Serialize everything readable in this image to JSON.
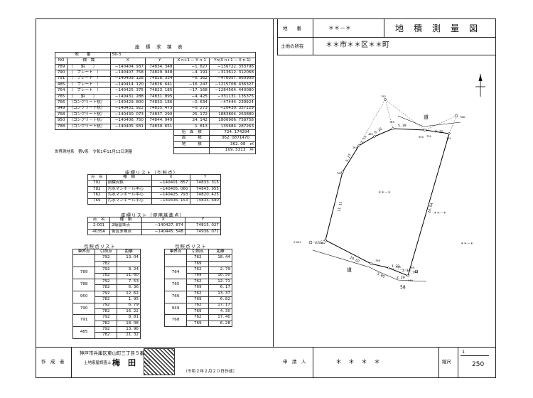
{
  "header": {
    "lot_label": "地　　番",
    "lot_value": "＊＊－＊",
    "title": "地　積　測　量　図",
    "location_label": "土地の所在",
    "location_value": "＊＊市＊＊区＊＊町"
  },
  "coord_table": {
    "title": "座　標　求　積　表",
    "lot_row_label": "地　　番",
    "lot_row_value": "56-3",
    "headers": [
      "NO",
      "標　識",
      "X",
      "Y",
      "X n+1 − X n-1",
      "Yn(X n+1 − X n-1)"
    ],
    "rows": [
      [
        "789",
        "（　　鋲　　）",
        "−140404. 937",
        "74834. 348",
        "−1. 827",
        "−136722. 353796"
      ],
      [
        "790",
        "（　プレート　）",
        "−140407. 758",
        "74829. 948",
        "−4. 191",
        "−313612. 312068"
      ],
      [
        "791",
        "（　プレート　）",
        "−140409. 128",
        "74828. 334",
        "−6. 362",
        "−476057. 860908"
      ],
      [
        "485",
        "（　プレート　）",
        "−140414. 120",
        "74826. 641",
        "−16. 247",
        "−1215708. 436327"
      ],
      [
        "764",
        "（　プレート　）",
        "−140425. 375",
        "74823. 185",
        "−17. 168",
        "−1284564. 440080"
      ],
      [
        "765",
        "（　　鋲　　）",
        "−140431. 288",
        "74831. 895",
        "−4. 425",
        "−331131. 135375"
      ],
      [
        "766",
        "（コンクリート杭）",
        "−140429. 800",
        "74833. 186",
        "−0. 634",
        "−47444. 239924"
      ],
      [
        "949",
        "（コンクリート杭）",
        "−140431. 922",
        "74835. 473",
        "−0. 273",
        "−20430. 357129"
      ],
      [
        "768",
        "（コンクリート杭）",
        "−140430. 073",
        "74837. 290",
        "25. 172",
        "1883804. 263880"
      ],
      [
        "950",
        "（コンクリート杭）",
        "−140406. 750",
        "74844. 949",
        "24. 142",
        "1806906. 758758"
      ],
      [
        "788",
        "（コンクリート杭）",
        "−140405. 931",
        "74839. 651",
        "1. 813",
        "135684. 287263"
      ]
    ],
    "summary": [
      {
        "label": "倍　面　積",
        "value": "724. 174294",
        "unit": ""
      },
      {
        "label": "面　　　積",
        "value": "362. 0871470",
        "unit": ""
      },
      {
        "label": "地　　　積",
        "value": "362. 08",
        "unit": "㎡"
      },
      {
        "label": "",
        "value": "109. 5313",
        "unit": "坪"
      }
    ],
    "footnote": "世界測地系　第Ⅴ系　令和1年11月12日測量"
  },
  "ref_table": {
    "title": "座標リスト（引照点）",
    "headers": [
      "点　名",
      "種　類",
      "X",
      "Y"
    ],
    "rows": [
      [
        "792",
        "刻標点鋲",
        "−140401. 857",
        "74833. 315"
      ],
      [
        "782",
        "汚水マンホール中心",
        "−140405. 060",
        "74845. 955"
      ],
      [
        "762",
        "汚水マンホール中心",
        "−140425. 793",
        "74820. 425"
      ],
      [
        "769",
        "汚水マンホール中心",
        "−140436. 153",
        "74835. 690"
      ]
    ]
  },
  "base_table": {
    "title": "座標リスト（使用基準点）",
    "headers": [
      "点　名",
      "種　類",
      "X",
      "Y"
    ],
    "rows": [
      [
        "2-001",
        "2級基準点",
        "−140427. 874",
        "74815. 027"
      ],
      [
        "4035A",
        "街区多角点",
        "−140445. 548",
        "74936. 071"
      ]
    ]
  },
  "tie_left": {
    "title": "引照点リスト",
    "headers": [
      "筆界点",
      "引照点",
      "距離"
    ],
    "groups": [
      {
        "pt": "",
        "refs": [
          "792",
          "782"
        ],
        "dists": [
          "13. 04",
          ""
        ]
      },
      {
        "pt": "789",
        "refs": [
          "792",
          "782"
        ],
        "dists": [
          "3. 24",
          "11. 60"
        ]
      },
      {
        "pt": "788",
        "refs": [
          "792",
          "782"
        ],
        "dists": [
          "7. 53",
          "6. 36"
        ]
      },
      {
        "pt": "950",
        "refs": [
          "792",
          "782"
        ],
        "dists": [
          "12. 62",
          "1. 95"
        ]
      },
      {
        "pt": "790",
        "refs": [
          "792",
          "782"
        ],
        "dists": [
          "6. 79",
          "16. 22"
        ]
      },
      {
        "pt": "791",
        "refs": [
          "792",
          "782"
        ],
        "dists": [
          "8. 81",
          "18. 08"
        ]
      },
      {
        "pt": "485",
        "refs": [
          "792",
          "782"
        ],
        "dists": [
          "13. 96",
          "21. 32"
        ]
      }
    ]
  },
  "tie_right": {
    "title": "引照点リスト",
    "headers": [
      "筆界点",
      "引照点",
      "距離"
    ],
    "groups": [
      {
        "pt": "",
        "refs": [
          "762",
          "769"
        ],
        "dists": [
          "18. 44",
          ""
        ]
      },
      {
        "pt": "764",
        "refs": [
          "762",
          "769"
        ],
        "dists": [
          "2. 79",
          "16. 50"
        ]
      },
      {
        "pt": "765",
        "refs": [
          "762",
          "769"
        ],
        "dists": [
          "12. 71",
          "6. 17"
        ]
      },
      {
        "pt": "766",
        "refs": [
          "762",
          "769"
        ],
        "dists": [
          "13. 37",
          "6. 82"
        ]
      },
      {
        "pt": "949",
        "refs": [
          "762",
          "769"
        ],
        "dists": [
          "17. 17",
          "4. 30"
        ]
      },
      {
        "pt": "768",
        "refs": [
          "762",
          "769"
        ],
        "dists": [
          "17. 40",
          "6. 28"
        ]
      }
    ]
  },
  "drawing": {
    "road_label": "道",
    "placeholder": "＊＊－＊",
    "lot_no": "58",
    "edge_labels": [
      "5. 39",
      "5. 35",
      "6. 22",
      "2. 11",
      "5. 27",
      "11. 11",
      "24. 54",
      "10. 62",
      "3. 85",
      "1. 21",
      "2. 12",
      "2. 29"
    ],
    "point_labels": [
      "792",
      "789",
      "790",
      "791",
      "485",
      "764",
      "762",
      "782",
      "788",
      "950",
      "765",
      "766",
      "949",
      "768",
      "769",
      "2-001",
      "4035A"
    ]
  },
  "footer": {
    "author_label": "作　成　者",
    "address": "神戸市兵庫区東山町三丁目５番１",
    "qualification": "土地家屋調査士",
    "name": "梅　田　啓",
    "date": "（令和２年２月２０日作成）",
    "applicant_label": "申　請　人",
    "applicant_value": "＊　＊　＊　＊",
    "scale_label": "縮尺",
    "scale_num": "1",
    "scale_den": "250"
  }
}
